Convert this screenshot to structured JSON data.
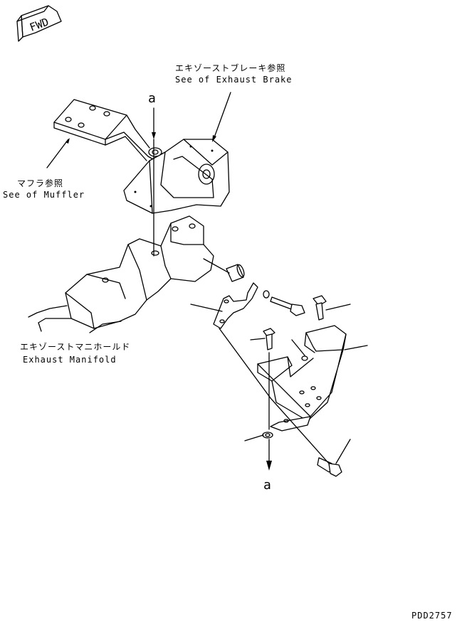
{
  "fwd_badge": "FWD",
  "labels": {
    "exhaust_brake_jp": "エキゾーストブレーキ参照",
    "exhaust_brake_en": "See of Exhaust Brake",
    "muffler_jp": "マフラ参照",
    "muffler_en": "See of Muffler",
    "manifold_jp": "エキゾーストマニホールド",
    "manifold_en": "Exhaust Manifold",
    "ref_top": "a",
    "ref_bottom": "a",
    "drawing_no": "PDD2757"
  }
}
